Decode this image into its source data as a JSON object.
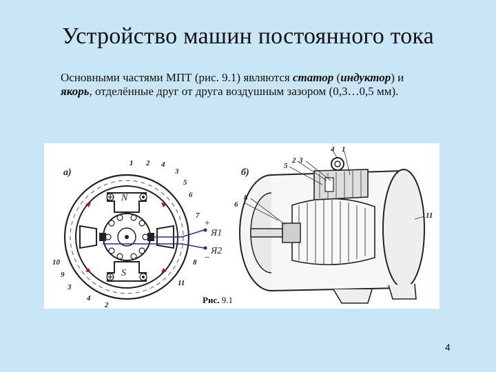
{
  "slide": {
    "title": "Устройство машин постоянного тока",
    "paragraph": {
      "part1": "Основными частями МПТ (рис. 9.1) являются ",
      "em1": "статор",
      "part2": " (",
      "em2": "индуктор",
      "part3": ") и ",
      "em3": "якорь",
      "part4": ", отделённые друг от друга воздушным зазором (0,3…0,5 мм)."
    },
    "page_number": "4"
  },
  "figure": {
    "label_a": "а)",
    "label_b": "б)",
    "pole_n": "N",
    "pole_s": "S",
    "terminal_1": "Я1",
    "terminal_2": "Я2",
    "plus": "+",
    "minus": "−",
    "left_numbers": {
      "n1": "1",
      "n2": "2",
      "n3": "4",
      "n4": "3",
      "n5": "5",
      "n6": "6",
      "n7": "7",
      "n8": "8",
      "n9": "10",
      "n10": "9",
      "n11": "3",
      "n12": "4",
      "n13": "2",
      "n14": "11"
    },
    "right_numbers": {
      "r1": "5",
      "r2": "2",
      "r3": "3",
      "r4": "4",
      "r5": "1",
      "r6": "6",
      "r7": "8",
      "r8": "11"
    },
    "caption_bold": "Рис.",
    "caption_num": " 9.1"
  }
}
